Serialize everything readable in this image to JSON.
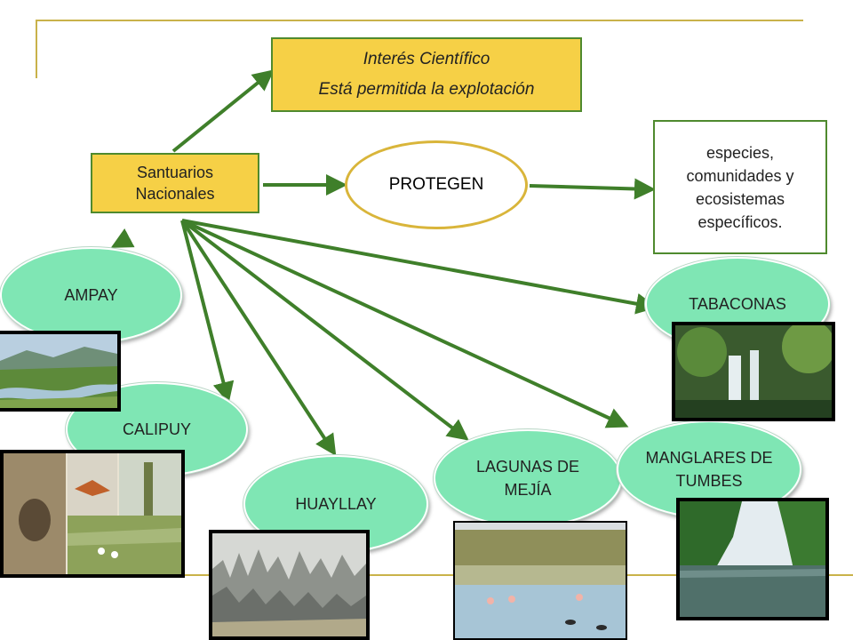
{
  "interest_box": {
    "line1": "Interés Científico",
    "line2": "Está permitida la explotación"
  },
  "santuarios_box": {
    "line1": "Santuarios",
    "line2": "Nacionales"
  },
  "protegen_label": "PROTEGEN",
  "especies_box": {
    "line1": "especies,",
    "line2": "comunidades y",
    "line3": "ecosistemas",
    "line4": "específicos."
  },
  "sanctuaries": {
    "ampay": "AMPAY",
    "calipuy": "CALIPUY",
    "huayllay": "HUAYLLAY",
    "lagunas": {
      "line1": "LAGUNAS DE",
      "line2": "MEJÍA"
    },
    "manglares": {
      "line1": "MANGLARES DE",
      "line2": "TUMBES"
    },
    "tabaconas": "TABACONAS"
  },
  "colors": {
    "arrow": "#3f7f2a",
    "yellow_box": "#f6d046",
    "oval_fill": "#7fe6b4",
    "protegen_border": "#d9b53a",
    "frame_line": "#c9b24a"
  }
}
